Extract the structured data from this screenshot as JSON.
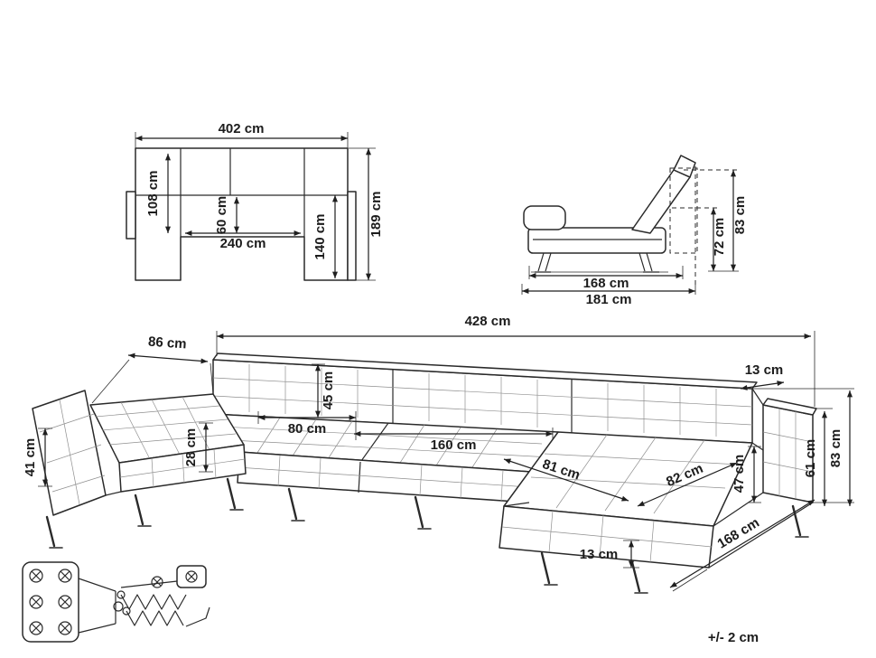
{
  "note": {
    "tolerance": "+/- 2 cm"
  },
  "top_view": {
    "total_width": "402 cm",
    "body_depth": "108 cm",
    "seat_depth": "60 cm",
    "inner_width": "240 cm",
    "chaise_depth": "140 cm",
    "total_depth": "189 cm"
  },
  "side_view": {
    "backrest_height": "72 cm",
    "total_height": "83 cm",
    "base_depth": "168 cm",
    "total_depth": "181 cm"
  },
  "front_view": {
    "total_width": "428 cm",
    "chaise_width": "86 cm",
    "backrest_height": "45 cm",
    "seat_height": "41 cm",
    "cushion_height": "28 cm",
    "seat_width_small": "80 cm",
    "seat_width_large": "160 cm",
    "chaise_seat_width": "81 cm",
    "chaise_seat_length": "82 cm",
    "armrest_width": "13 cm",
    "chaise_front_height": "47 cm",
    "armrest_height": "61 cm",
    "overall_height": "83 cm",
    "leg_height": "13 cm",
    "overall_depth": "168 cm"
  }
}
